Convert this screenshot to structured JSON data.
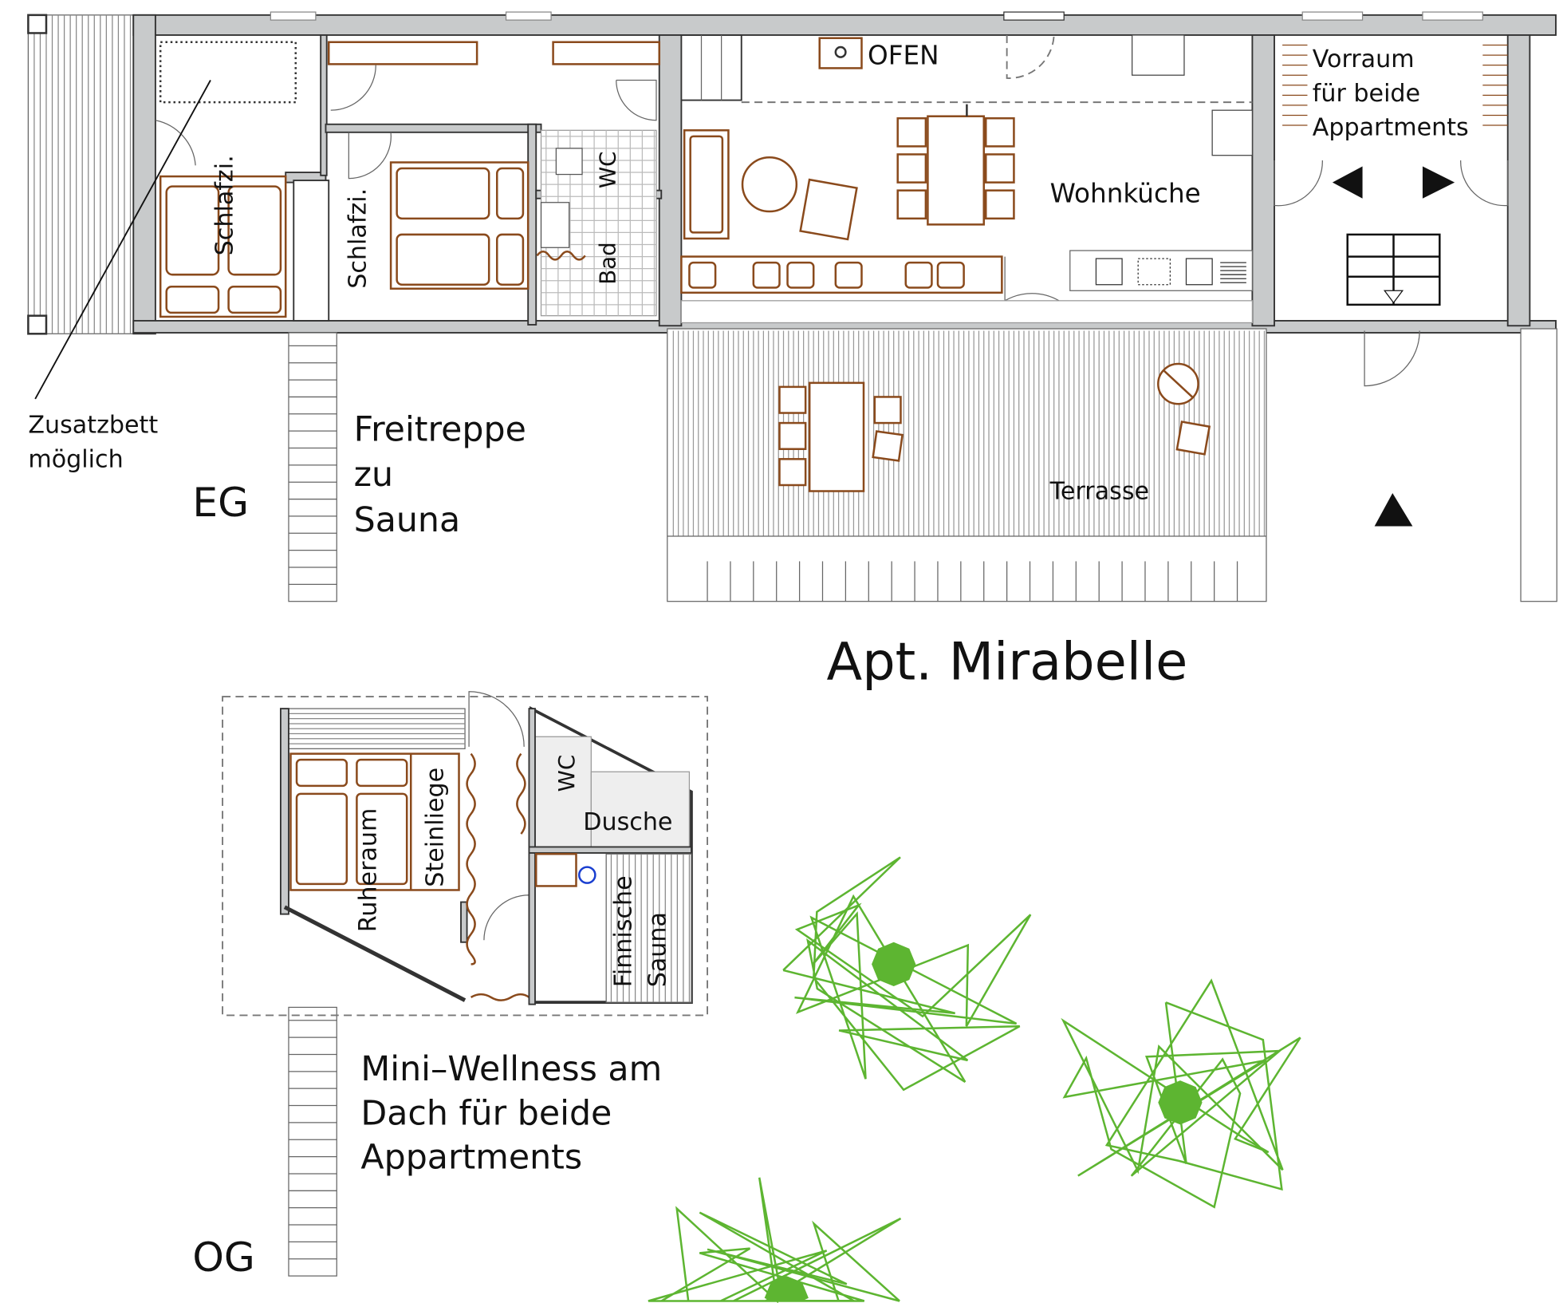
{
  "plan": {
    "apartment_title": "Apt. Mirabelle",
    "floor_ground": "EG",
    "floor_upper": "OG",
    "rooms_ground": {
      "bedroom_1": "Schlafzi.",
      "bedroom_2": "Schlafzi.",
      "wc": "WC",
      "bath": "Bad",
      "stove": "OFEN",
      "living_kitchen": "Wohnküche",
      "vestibule": [
        "Vorraum",
        "für beide",
        "Appartments"
      ],
      "terrace": "Terrasse"
    },
    "annotations": {
      "extra_bed": [
        "Zusatzbett",
        "möglich"
      ],
      "stairs": [
        "Freitreppe",
        "zu",
        "Sauna"
      ],
      "wellness": [
        "Mini–Wellness am",
        "Dach für beide",
        "Appartments"
      ]
    },
    "rooms_upper": {
      "rest_room": "Ruheraum",
      "stone_bench": "Steinliege",
      "wc": "WC",
      "shower": "Dusche",
      "sauna": [
        "Finnische",
        "Sauna"
      ]
    },
    "colors": {
      "wall": "#c8cacb",
      "furniture": "#8a4a1c",
      "tree": "#5db531"
    }
  }
}
